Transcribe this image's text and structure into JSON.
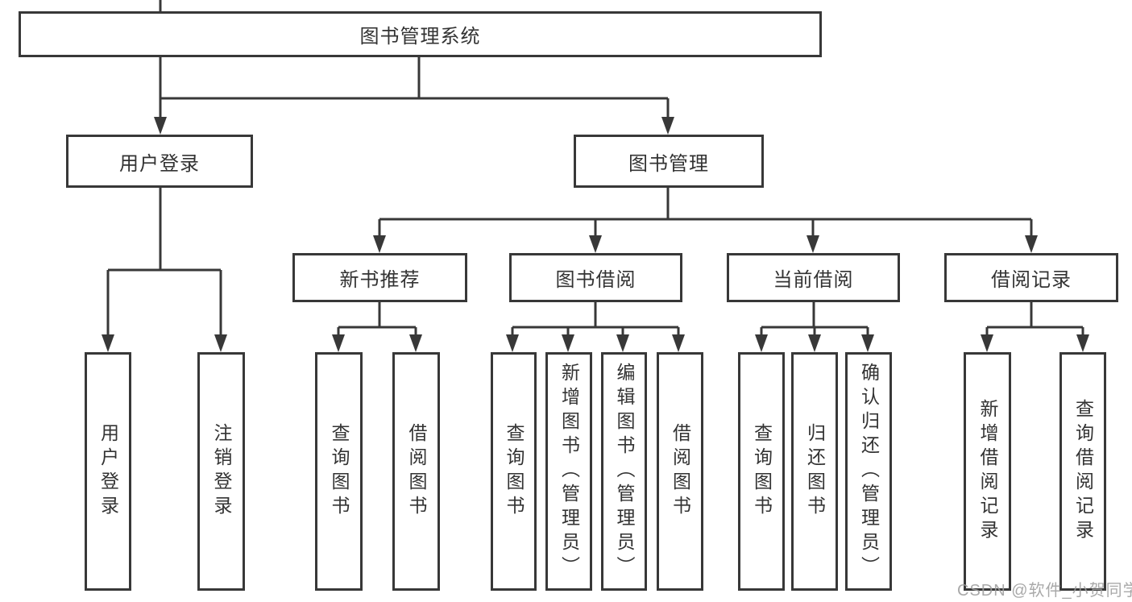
{
  "tree": {
    "label": "图书管理系统",
    "children": [
      {
        "label": "用户登录",
        "children": [
          {
            "label": "用户登录"
          },
          {
            "label": "注销登录"
          }
        ]
      },
      {
        "label": "图书管理",
        "children": [
          {
            "label": "新书推荐",
            "children": [
              {
                "label": "查询图书"
              },
              {
                "label": "借阅图书"
              }
            ]
          },
          {
            "label": "图书借阅",
            "children": [
              {
                "label": "查询图书"
              },
              {
                "label": "新增图书（管理员）"
              },
              {
                "label": "编辑图书（管理员）"
              },
              {
                "label": "借阅图书"
              }
            ]
          },
          {
            "label": "当前借阅",
            "children": [
              {
                "label": "查询图书"
              },
              {
                "label": "归还图书"
              },
              {
                "label": "确认归还（管理员）"
              }
            ]
          },
          {
            "label": "借阅记录",
            "children": [
              {
                "label": "新增借阅记录"
              },
              {
                "label": "查询借阅记录"
              }
            ]
          }
        ]
      }
    ]
  },
  "watermark": "CSDN @软件_小贺同学",
  "colors": {
    "line": "#383838",
    "text": "#333333",
    "watermark": "#9e9e9e",
    "background": "#ffffff"
  }
}
